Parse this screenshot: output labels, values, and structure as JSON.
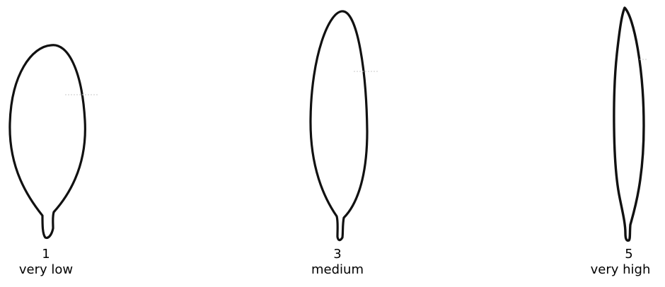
{
  "figure": {
    "items": [
      {
        "number": "1",
        "label": "very low"
      },
      {
        "number": "3",
        "label": "medium"
      },
      {
        "number": "5",
        "label": "very high"
      }
    ]
  },
  "colors": {
    "outline": "#111111",
    "faint_mark": "#c8c8c8"
  }
}
